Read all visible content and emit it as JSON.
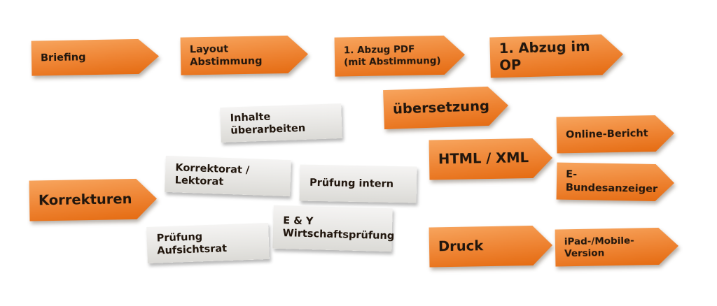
{
  "colors": {
    "arrow_top": "#f7a45d",
    "arrow_mid": "#ee8332",
    "arrow_bottom": "#e46a10",
    "note_bg": "#e9e8e5",
    "text": "#21160d"
  },
  "steps": {
    "briefing": "Briefing",
    "layout_abstimmung": "Layout\nAbstimmung",
    "abzug_pdf": "1. Abzug PDF\n(mit Abstimmung)",
    "abzug_op": "1. Abzug im OP",
    "uebersetzung": "übersetzung",
    "html_xml": "HTML / XML",
    "korrekturen": "Korrekturen",
    "druck": "Druck",
    "online_bericht": "Online-Bericht",
    "e_bundesanzeiger": "E-Bundesanzeiger",
    "ipad_mobile": "iPad-/Mobile-Version"
  },
  "notes": {
    "inhalte_ueberarbeiten": "Inhalte überarbeiten",
    "korrektorat_lektorat": "Korrektorat / Lektorat",
    "pruefung_intern": "Prüfung intern",
    "ey_wirtschaftspruefung": "E & Y\nWirtschaftsprüfung",
    "pruefung_aufsichtsrat": "Prüfung Aufsichtsrat"
  }
}
